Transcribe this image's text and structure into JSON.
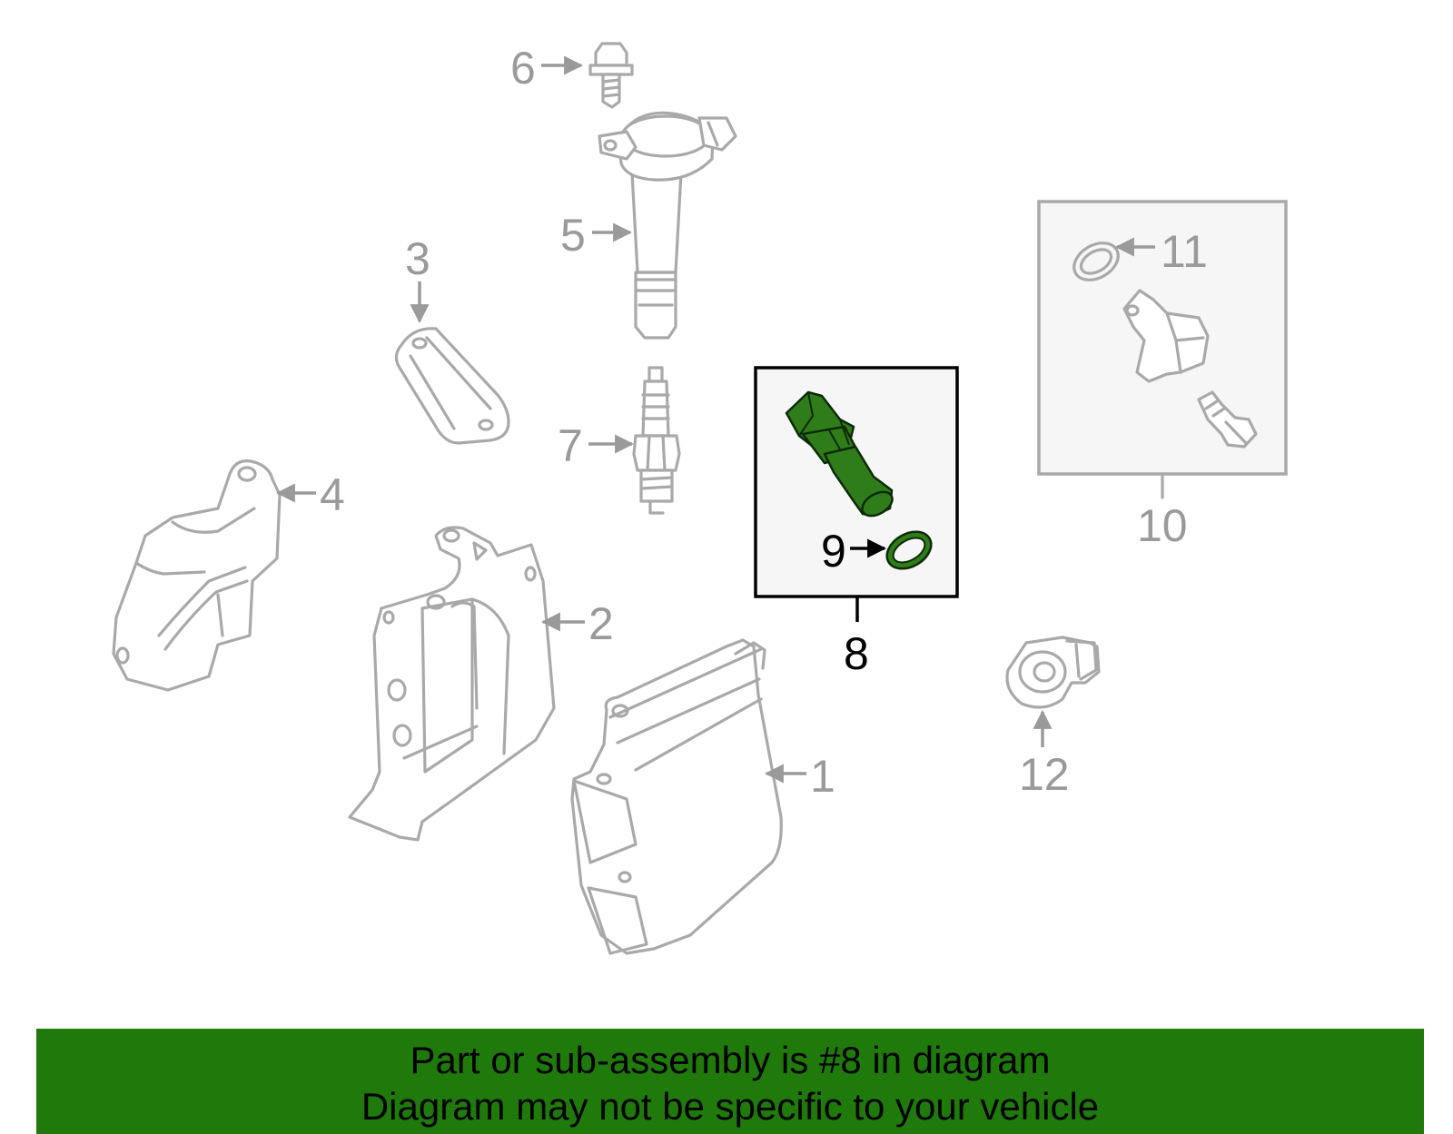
{
  "callouts": {
    "c1": "1",
    "c2": "2",
    "c3": "3",
    "c4": "4",
    "c5": "5",
    "c6": "6",
    "c7": "7",
    "c8": "8",
    "c9": "9",
    "c10": "10",
    "c11": "11",
    "c12": "12"
  },
  "highlight_part": "8",
  "colors": {
    "highlight_green": "#2f7d1a",
    "banner_green": "#1f7a0b",
    "part_outline": "#a9a9a9"
  },
  "banner": {
    "line1": "Part or sub-assembly is #8 in diagram",
    "line2": "Diagram may not be specific to your vehicle"
  }
}
